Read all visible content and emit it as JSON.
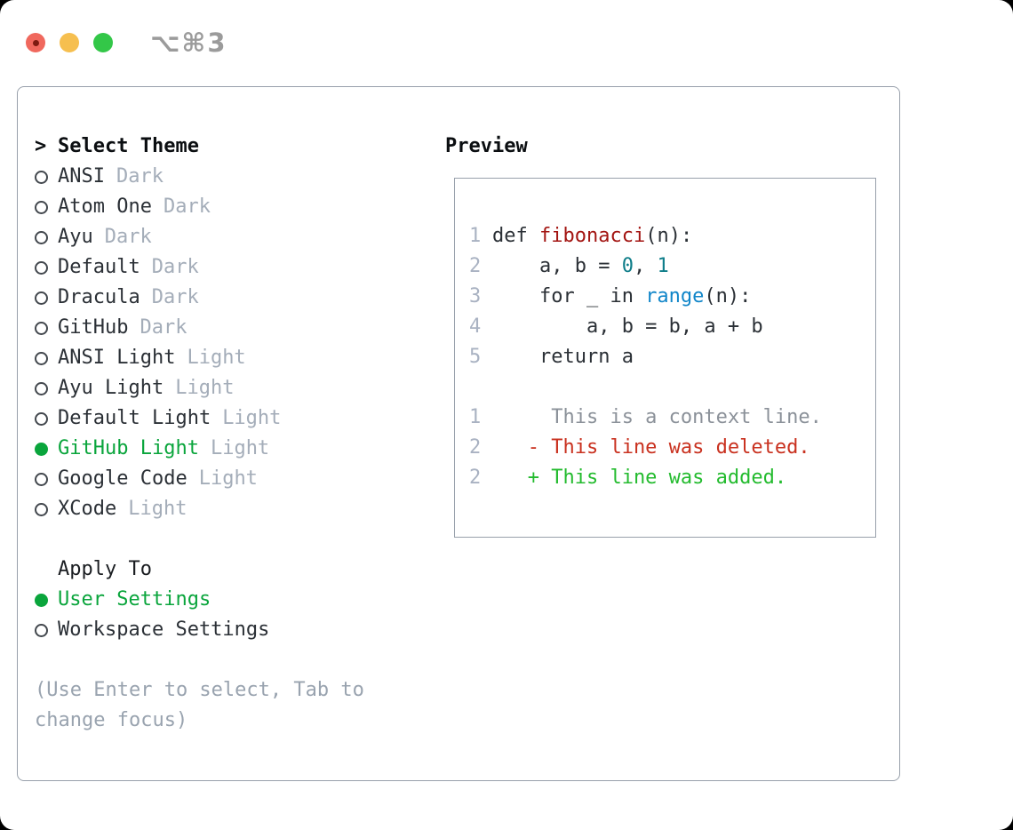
{
  "window": {
    "title": "⌥⌘3"
  },
  "theme_panel": {
    "header_marker": ">",
    "header": "Select Theme",
    "themes": [
      {
        "name": "ANSI",
        "variant": "Dark",
        "selected": false
      },
      {
        "name": "Atom One",
        "variant": "Dark",
        "selected": false
      },
      {
        "name": "Ayu",
        "variant": "Dark",
        "selected": false
      },
      {
        "name": "Default",
        "variant": "Dark",
        "selected": false
      },
      {
        "name": "Dracula",
        "variant": "Dark",
        "selected": false
      },
      {
        "name": "GitHub",
        "variant": "Dark",
        "selected": false
      },
      {
        "name": "ANSI Light",
        "variant": "Light",
        "selected": false
      },
      {
        "name": "Ayu Light",
        "variant": "Light",
        "selected": false
      },
      {
        "name": "Default Light",
        "variant": "Light",
        "selected": false
      },
      {
        "name": "GitHub Light",
        "variant": "Light",
        "selected": true
      },
      {
        "name": "Google Code",
        "variant": "Light",
        "selected": false
      },
      {
        "name": "XCode",
        "variant": "Light",
        "selected": false
      }
    ],
    "apply_to": {
      "header": "Apply To",
      "options": [
        {
          "label": "User Settings",
          "selected": true
        },
        {
          "label": "Workspace Settings",
          "selected": false
        }
      ]
    },
    "help_text": "(Use Enter to select, Tab to change focus)"
  },
  "preview": {
    "header": "Preview",
    "code_lines": [
      {
        "num": "1",
        "segments": [
          [
            "def ",
            "plain"
          ],
          [
            "fibonacci",
            "func"
          ],
          [
            "(n):",
            "plain"
          ]
        ]
      },
      {
        "num": "2",
        "segments": [
          [
            "    a, b = ",
            "plain"
          ],
          [
            "0",
            "num"
          ],
          [
            ", ",
            "plain"
          ],
          [
            "1",
            "num"
          ]
        ]
      },
      {
        "num": "3",
        "segments": [
          [
            "    for _ in ",
            "plain"
          ],
          [
            "range",
            "builtin"
          ],
          [
            "(n):",
            "plain"
          ]
        ]
      },
      {
        "num": "4",
        "segments": [
          [
            "        a, b = b, a + b",
            "plain"
          ]
        ]
      },
      {
        "num": "5",
        "segments": [
          [
            "    return a",
            "plain"
          ]
        ]
      },
      {
        "num": "",
        "segments": []
      },
      {
        "num": "1",
        "segments": [
          [
            "     This is a context line.",
            "context"
          ]
        ]
      },
      {
        "num": "2",
        "segments": [
          [
            "   - This line was deleted.",
            "deleted"
          ]
        ]
      },
      {
        "num": "2",
        "segments": [
          [
            "   + This line was added.",
            "added"
          ]
        ]
      }
    ]
  },
  "colors": {
    "accent_green": "#0aa53c",
    "added_green": "#23bb2e",
    "deleted_red": "#c9311f",
    "function_red": "#a31512",
    "number_teal": "#0e7d89",
    "builtin_blue": "#1186c9",
    "variant_gray": "#a4adb9",
    "border_gray": "#98a0ab",
    "line_number_gray": "#a9b2c2",
    "context_gray": "#8b9199",
    "help_gray": "#99a3af",
    "text_dark": "#2b3036",
    "title_gray": "#9b9b9b",
    "traffic_red": "#f0685d",
    "traffic_yellow": "#f6bf4f",
    "traffic_green": "#33c748"
  }
}
